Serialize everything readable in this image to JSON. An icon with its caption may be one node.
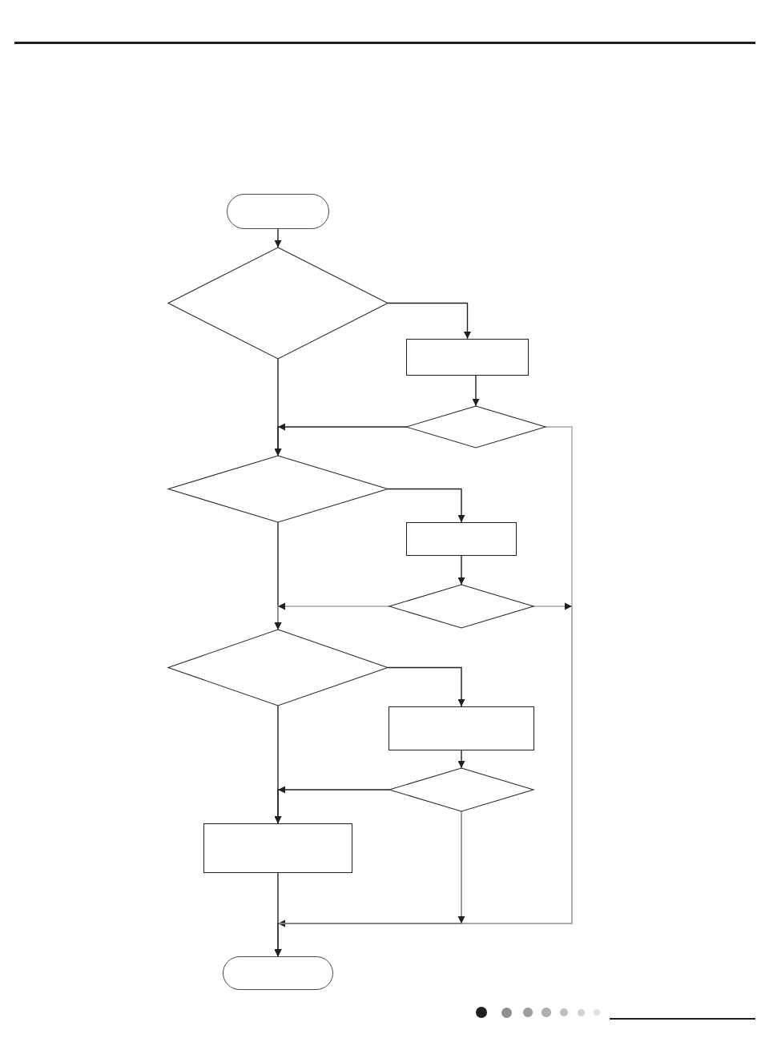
{
  "diagram": {
    "nodes": [
      {
        "text": [],
        "shape": "oval"
      },
      {
        "text": [],
        "shape": "diamond"
      },
      {
        "text": [],
        "shape": "box"
      },
      {
        "text": [],
        "shape": "diamond"
      },
      {
        "text": [],
        "shape": "diamond"
      },
      {
        "text": [],
        "shape": "box"
      },
      {
        "text": [],
        "shape": "diamond"
      },
      {
        "text": [],
        "shape": "diamond"
      },
      {
        "text": [],
        "shape": "box"
      },
      {
        "text": [],
        "shape": "diamond"
      },
      {
        "text": [],
        "shape": "box"
      },
      {
        "text": [],
        "shape": "oval"
      }
    ],
    "edges": [
      {
        "from": 0,
        "to": 1,
        "arrow": "to"
      },
      {
        "from": 1,
        "to": 2,
        "arrow": "to"
      },
      {
        "from": 1,
        "to": 4,
        "arrow": "to"
      },
      {
        "from": 2,
        "to": 3,
        "arrow": "to"
      },
      {
        "from": 3,
        "to": 4,
        "arrow": "to"
      },
      {
        "from": 3,
        "to": 11,
        "arrow": "to",
        "color": "#a6a6a6"
      },
      {
        "from": 4,
        "to": 5,
        "arrow": "to"
      },
      {
        "from": 4,
        "to": 7,
        "arrow": "to"
      },
      {
        "from": 5,
        "to": 6,
        "arrow": "to"
      },
      {
        "from": 6,
        "to": 7,
        "arrow": "to",
        "color": "#a6a6a6"
      },
      {
        "from": 6,
        "to": 11,
        "arrow": "to",
        "color": "#a6a6a6"
      },
      {
        "from": 7,
        "to": 8,
        "arrow": "to"
      },
      {
        "from": 7,
        "to": 10,
        "arrow": "to"
      },
      {
        "from": 8,
        "to": 9,
        "arrow": "to"
      },
      {
        "from": 9,
        "to": 10,
        "arrow": "to"
      },
      {
        "from": 9,
        "to": 11,
        "arrow": "to",
        "color": "#7a7a7a"
      },
      {
        "from": 10,
        "to": 11,
        "arrow": "to"
      }
    ]
  }
}
